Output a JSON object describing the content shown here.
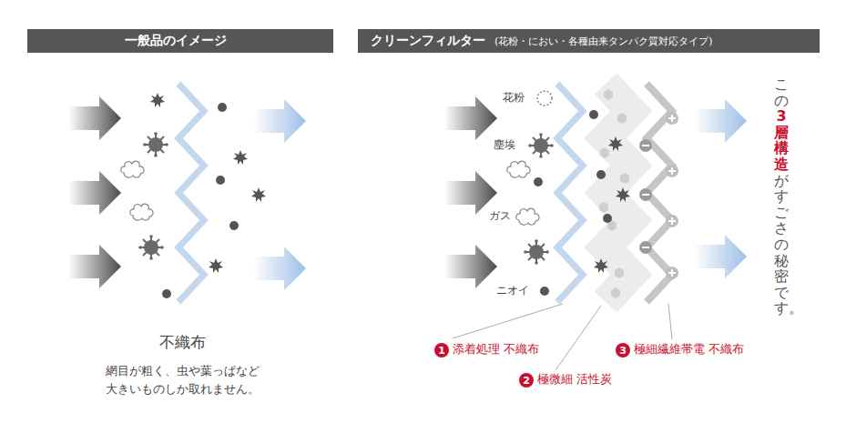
{
  "diagram": {
    "nodes": [
      {
        "text": [
          "一般品のイメージ"
        ]
      },
      {
        "text": [
          "クリーンフィルター",
          "(花粉・におい・各種由来タンパク質対応タイプ)"
        ]
      }
    ],
    "labels": [
      "花粉",
      "塵埃",
      "ガス",
      "ニオイ",
      "不織布",
      "網目が粗く、虫や葉っぱなど 大きいものしか取れません。",
      "1",
      "添着処理 不織布",
      "2",
      "極微細 活性炭",
      "3",
      "極細繊維帯電 不織布",
      "この",
      "3層構造",
      "がすごさの秘密です。"
    ]
  }
}
